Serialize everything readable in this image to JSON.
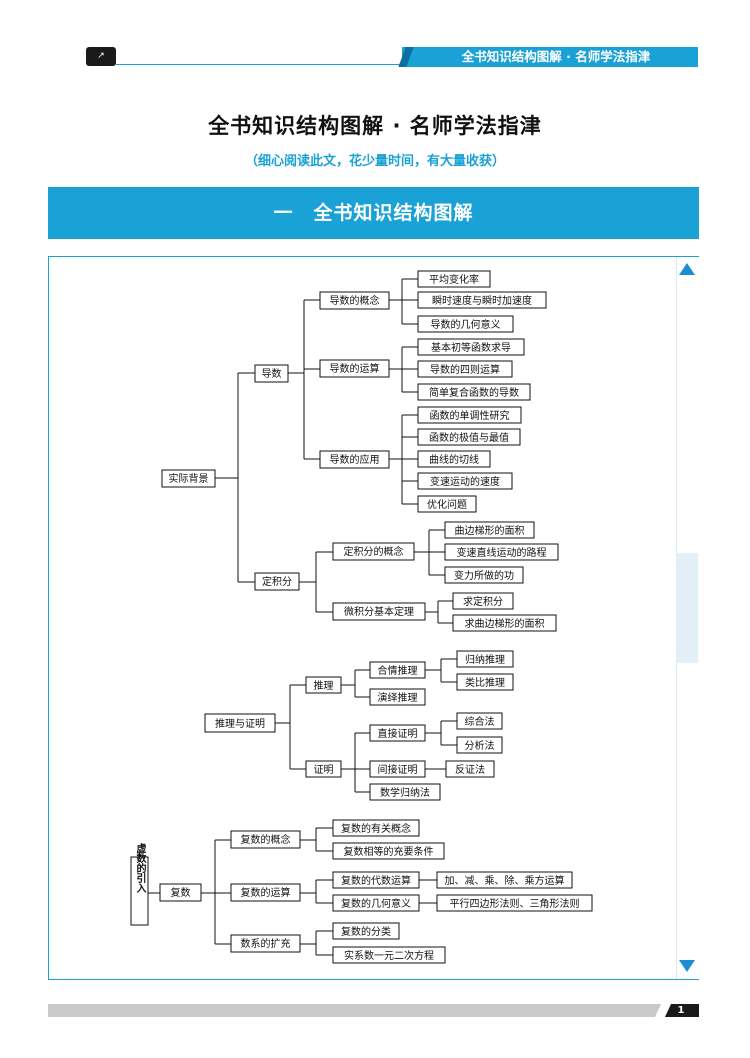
{
  "header": {
    "logo_text": "↗",
    "banner_text": "全书知识结构图解 · 名师学法指津"
  },
  "title": "全书知识结构图解 · 名师学法指津",
  "subtitle": "（细心阅读此文，花少量时间，有大量收获）",
  "section": {
    "label": "一　全书知识结构图解"
  },
  "tree": {
    "real_background": "实际背景",
    "derivative": "导数",
    "derivative_concept": "导数的概念",
    "avg_rate": "平均变化率",
    "instant_speed": "瞬时速度与瞬时加速度",
    "geo_meaning": "导数的几何意义",
    "derivative_ops": "导数的运算",
    "basic_elem": "基本初等函数求导",
    "four_rules": "导数的四则运算",
    "composite": "简单复合函数的导数",
    "derivative_app": "导数的应用",
    "monotonic": "函数的单调性研究",
    "extremum": "函数的极值与最值",
    "tangent": "曲线的切线",
    "variable_motion": "变速运动的速度",
    "optimization": "优化问题",
    "definite_integral": "定积分",
    "def_int_concept": "定积分的概念",
    "curved_area": "曲边梯形的面积",
    "variable_path": "变速直线运动的路程",
    "variable_work": "变力所做的功",
    "fundamental_thm": "微积分基本定理",
    "find_integral": "求定积分",
    "find_curved_area": "求曲边梯形的面积",
    "reasoning_proof": "推理与证明",
    "reasoning": "推理",
    "plausible": "合情推理",
    "induction": "归纳推理",
    "analogy": "类比推理",
    "deductive": "演绎推理",
    "proof": "证明",
    "direct_proof": "直接证明",
    "synthesis": "综合法",
    "analysis": "分析法",
    "indirect_proof": "间接证明",
    "contradiction": "反证法",
    "math_induction": "数学归纳法",
    "complex_intro": "虚数的引入",
    "complex": "复数",
    "complex_concept": "复数的概念",
    "complex_related": "复数的有关概念",
    "complex_equal": "复数相等的充要条件",
    "complex_ops": "复数的运算",
    "algebraic_ops": "复数的代数运算",
    "arith_ops": "加、减、乘、除、乘方运算",
    "complex_geo": "复数的几何意义",
    "parallelogram": "平行四边形法则、三角形法则",
    "number_ext": "数系的扩充",
    "complex_class": "复数的分类",
    "quadratic": "实系数一元二次方程"
  },
  "footer": {
    "page_number": "1"
  },
  "colors": {
    "accent": "#1aa1d6",
    "accent_dark": "#0b6fa0"
  }
}
